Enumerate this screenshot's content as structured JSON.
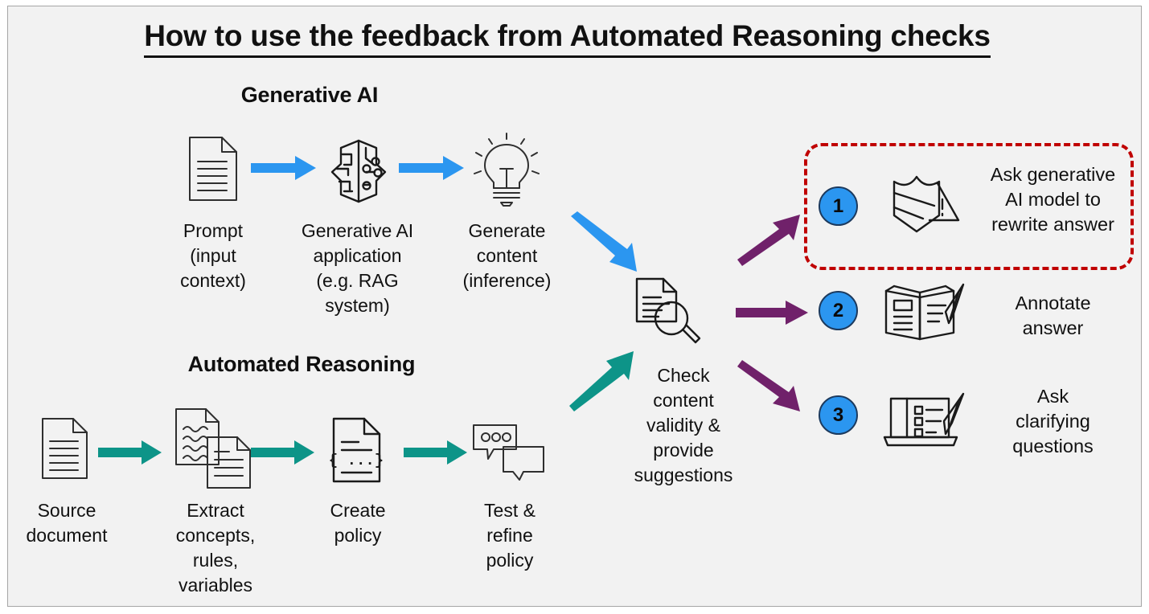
{
  "title": "How to use the feedback from Automated Reasoning checks",
  "colors": {
    "background": "#f2f2f2",
    "frame_border": "#a6a6a6",
    "blue_arrow": "#2b96f0",
    "teal_arrow": "#0d9488",
    "purple_arrow": "#70216a",
    "red_dashed": "#c00000",
    "circle_blue": "#2b96f0",
    "text": "#111111"
  },
  "sections": {
    "genai": {
      "heading": "Generative AI",
      "nodes": [
        {
          "icon": "document-icon",
          "label": "Prompt\n(input\ncontext)"
        },
        {
          "icon": "brain-circuit-icon",
          "label": "Generative AI\napplication\n(e.g. RAG\nsystem)"
        },
        {
          "icon": "lightbulb-icon",
          "label": "Generate\ncontent\n(inference)"
        }
      ]
    },
    "automated_reasoning": {
      "heading": "Automated Reasoning",
      "nodes": [
        {
          "icon": "document-icon",
          "label": "Source\ndocument"
        },
        {
          "icon": "two-documents-icon",
          "label": "Extract\nconcepts,\nrules,\nvariables"
        },
        {
          "icon": "policy-json-document-icon",
          "label": "Create\npolicy"
        },
        {
          "icon": "chat-bubbles-icon",
          "label": "Test &\nrefine\npolicy"
        }
      ]
    }
  },
  "center_node": {
    "icon": "document-magnifier-icon",
    "label": "Check\ncontent\nvalidity &\nprovide\nsuggestions"
  },
  "outcomes": [
    {
      "number": "1",
      "icon": "shield-alert-icon",
      "label": "Ask generative\nAI model to\nrewrite answer",
      "highlighted": true
    },
    {
      "number": "2",
      "icon": "book-pencil-icon",
      "label": "Annotate\nanswer",
      "highlighted": false
    },
    {
      "number": "3",
      "icon": "laptop-pencil-icon",
      "label": "Ask\nclarifying\nquestions",
      "highlighted": false
    }
  ]
}
